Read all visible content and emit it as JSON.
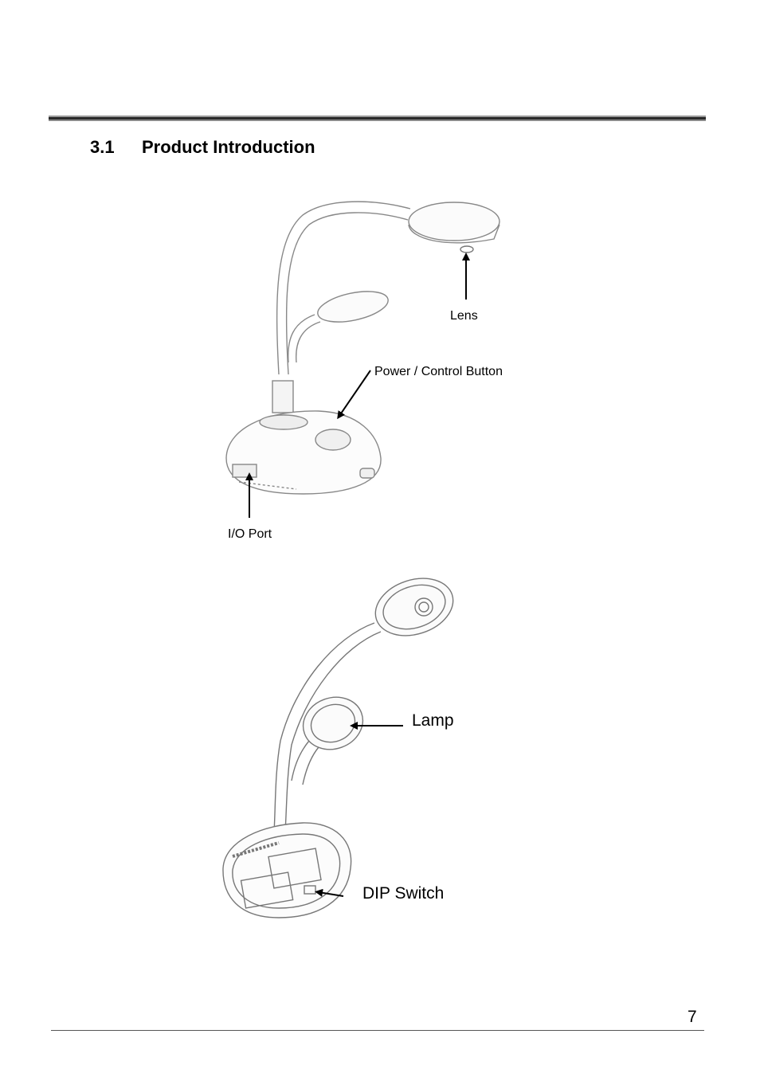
{
  "section": {
    "number": "3.1",
    "title": "Product Introduction"
  },
  "callouts": {
    "lens": "Lens",
    "power_control_button": "Power / Control Button",
    "io_port": "I/O Port",
    "lamp": "Lamp",
    "dip_switch": "DIP Switch"
  },
  "footer": {
    "page_number": "7"
  },
  "icons": {
    "top_figure": "document-camera-front-view-illustration",
    "bottom_figure": "document-camera-underside-view-illustration"
  }
}
